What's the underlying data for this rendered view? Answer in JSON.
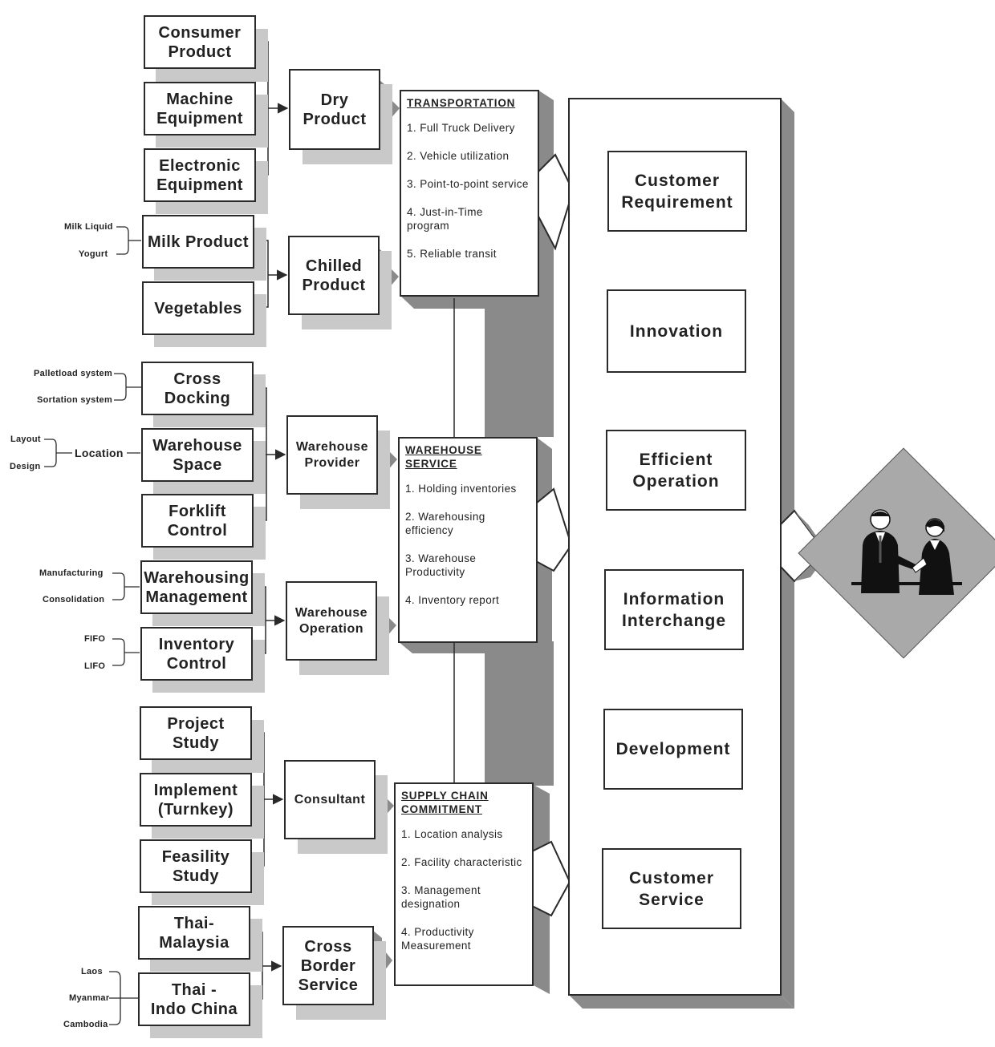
{
  "categories": [
    {
      "id": "consumer-product",
      "label": "Consumer\nProduct"
    },
    {
      "id": "machine-equipment",
      "label": "Machine\nEquipment"
    },
    {
      "id": "electronic-equipment",
      "label": "Electronic\nEquipment"
    },
    {
      "id": "milk-product",
      "label": "Milk Product"
    },
    {
      "id": "vegetables",
      "label": "Vegetables"
    },
    {
      "id": "cross-docking",
      "label": "Cross\nDocking"
    },
    {
      "id": "warehouse-space",
      "label": "Warehouse\nSpace"
    },
    {
      "id": "forklift-control",
      "label": "Forklift\nControl"
    },
    {
      "id": "warehousing-management",
      "label": "Warehousing\nManagement"
    },
    {
      "id": "inventory-control",
      "label": "Inventory\nControl"
    },
    {
      "id": "project-study",
      "label": "Project\nStudy"
    },
    {
      "id": "implement-turnkey",
      "label": "Implement\n(Turnkey)"
    },
    {
      "id": "feasility-study",
      "label": "Feasility\nStudy"
    },
    {
      "id": "thai-malaysia",
      "label": "Thai-\nMalaysia"
    },
    {
      "id": "thai-indo-china",
      "label": "Thai -\nIndo China"
    }
  ],
  "groups": [
    {
      "id": "dry-product",
      "label": "Dry\nProduct"
    },
    {
      "id": "chilled-product",
      "label": "Chilled\nProduct"
    },
    {
      "id": "warehouse-provider",
      "label": "Warehouse\nProvider"
    },
    {
      "id": "warehouse-operation",
      "label": "Warehouse\nOperation"
    },
    {
      "id": "consultant",
      "label": "Consultant"
    },
    {
      "id": "cross-border-service",
      "label": "Cross\nBorder\nService"
    }
  ],
  "notes": {
    "milk_liquid": "Milk Liquid",
    "yogurt": "Yogurt",
    "palletload": "Palletload system",
    "sortation": "Sortation system",
    "layout": "Layout",
    "design": "Design",
    "location": "Location",
    "manufacturing": "Manufacturing",
    "consolidation": "Consolidation",
    "fifo": "FIFO",
    "lifo": "LIFO",
    "laos": "Laos",
    "myanmar": "Myanmar",
    "cambodia": "Cambodia"
  },
  "services": [
    {
      "id": "transportation",
      "title": "TRANSPORTATION",
      "items": [
        "1. Full Truck Delivery",
        "2. Vehicle utilization",
        "3. Point-to-point service",
        "4. Just-in-Time\nprogram",
        "5. Reliable transit"
      ]
    },
    {
      "id": "warehouse-service",
      "title": "WAREHOUSE\nSERVICE",
      "items": [
        "1. Holding inventories",
        "2. Warehousing\nefficiency",
        "3. Warehouse\nProductivity",
        "4. Inventory report"
      ]
    },
    {
      "id": "supply-chain-commitment",
      "title": "SUPPLY CHAIN\nCOMMITMENT",
      "items": [
        "1. Location analysis",
        "2. Facility characteristic",
        "3. Management\ndesignation",
        "4. Productivity\nMeasurement"
      ]
    }
  ],
  "goals": [
    {
      "id": "customer-requirement",
      "label": "Customer\nRequirement"
    },
    {
      "id": "innovation",
      "label": "Innovation"
    },
    {
      "id": "efficient-operation",
      "label": "Efficient\nOperation"
    },
    {
      "id": "information-interchange",
      "label": "Information\nInterchange"
    },
    {
      "id": "development",
      "label": "Development"
    },
    {
      "id": "customer-service",
      "label": "Customer\nService"
    }
  ],
  "colors": {
    "line": "#2a2a2a",
    "shadow": "#c9c9c9",
    "diamond": "#a9a9a9",
    "band": "#8a8a8a"
  },
  "icons": {
    "handshake": "business-handshake-illustration"
  }
}
